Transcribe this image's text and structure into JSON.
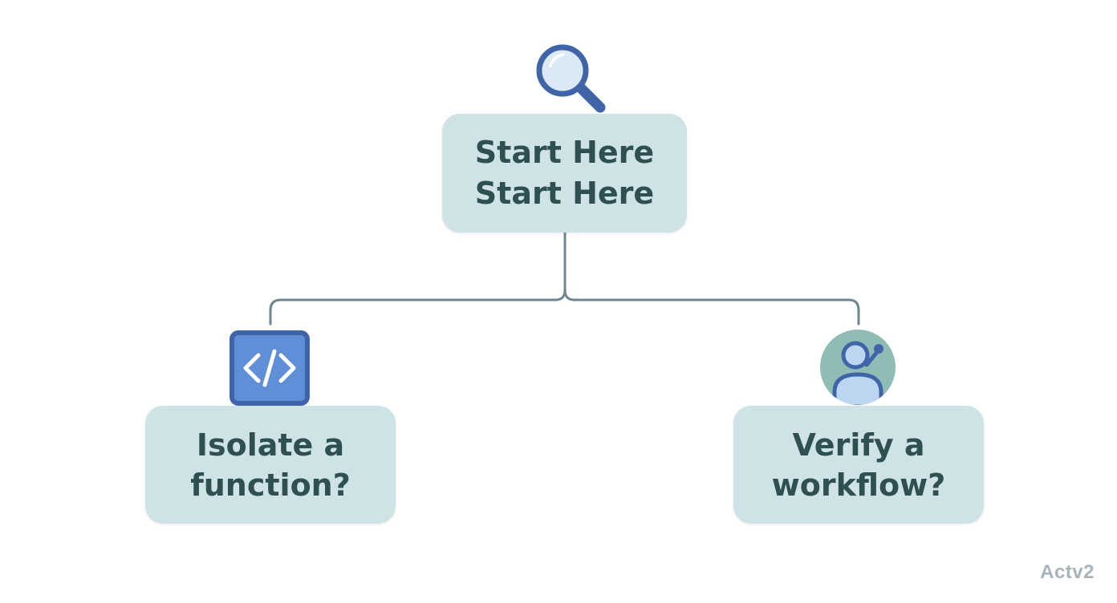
{
  "diagram": {
    "root": {
      "lines": [
        "Start Here",
        "Start Here"
      ],
      "icon": "search-icon"
    },
    "branches": [
      {
        "lines": [
          "Isolate a",
          "function?"
        ],
        "icon": "code-icon"
      },
      {
        "lines": [
          "Verify a",
          "workflow?"
        ],
        "icon": "user-icon"
      }
    ],
    "colors": {
      "node_fill": "#cfe3e6",
      "node_text": "#2f5053",
      "connector": "#6f8590",
      "icon_blue": "#3f65a8",
      "icon_fill": "#5f8fd6",
      "user_circle_bg": "#8fbcb4"
    }
  },
  "watermark": "Actv2"
}
